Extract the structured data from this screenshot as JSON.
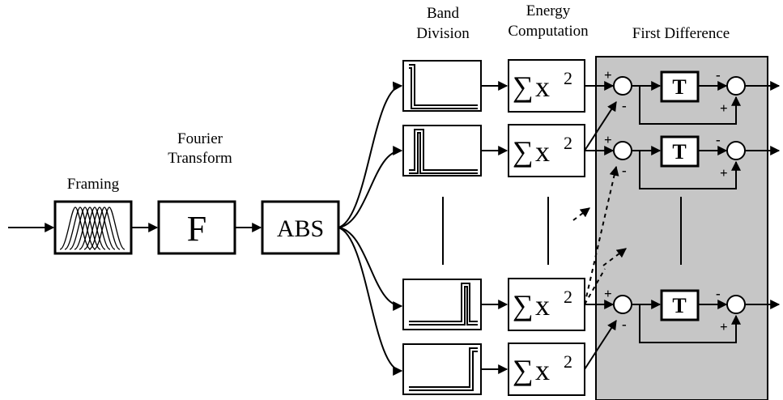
{
  "labels": {
    "framing": "Framing",
    "fourier_line1": "Fourier",
    "fourier_line2": "Transform",
    "band_line1": "Band",
    "band_line2": "Division",
    "energy_line1": "Energy",
    "energy_line2": "Computation",
    "first_difference": "First Difference"
  },
  "blocks": {
    "fourier": "F",
    "abs": "ABS",
    "delay": "T",
    "sum_symbol": "∑",
    "sum_var": "x",
    "sum_exp": "2"
  },
  "signs": {
    "plus": "+",
    "minus": "-"
  },
  "colors": {
    "panel_fill": "#c6c6c6",
    "line": "#000000"
  }
}
